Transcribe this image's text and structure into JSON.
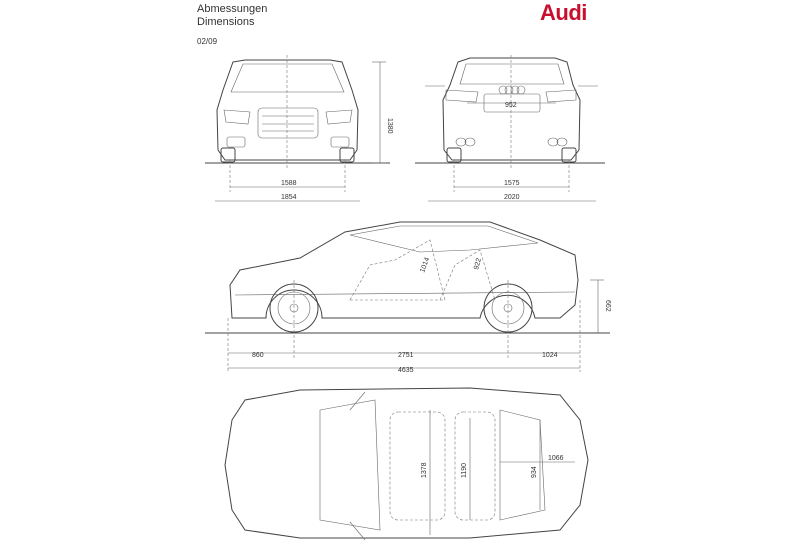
{
  "header": {
    "title_de": "Abmessungen",
    "title_en": "Dimensions",
    "date": "02/09"
  },
  "brand": {
    "name": "Audi",
    "color": "#c8102e"
  },
  "dimensions": {
    "front_track": "1588",
    "width_front": "1854",
    "height": "1380",
    "rear_track": "1575",
    "width_mirrors": "2020",
    "rear_inner": "952",
    "front_overhang": "860",
    "wheelbase": "2751",
    "rear_overhang": "1024",
    "length": "4635",
    "rear_height": "662",
    "seat_a": "1014",
    "seat_b": "922",
    "top_a": "1378",
    "top_b": "1190",
    "top_c": "934",
    "top_d": "1066"
  }
}
